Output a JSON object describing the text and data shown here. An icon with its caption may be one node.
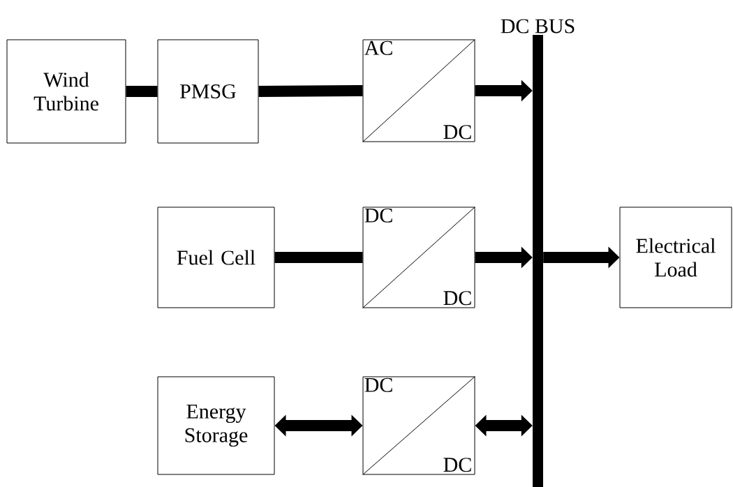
{
  "diagram": {
    "nodes": [
      {
        "text": [
          "Wind Turbine"
        ]
      },
      {
        "text": [
          "PMSG"
        ]
      },
      {
        "text": [
          "AC",
          "DC"
        ]
      },
      {
        "text": [
          "DC BUS"
        ]
      },
      {
        "text": [
          "Fuel Cell"
        ]
      },
      {
        "text": [
          "DC",
          "DC"
        ]
      },
      {
        "text": [
          "Electrical Load"
        ]
      },
      {
        "text": [
          "Energy Storage"
        ]
      },
      {
        "text": [
          "DC",
          "DC"
        ]
      }
    ],
    "edges": [
      {
        "from": 0,
        "to": 1,
        "arrow": "none"
      },
      {
        "from": 1,
        "to": 2,
        "arrow": "none"
      },
      {
        "from": 2,
        "to": 3,
        "arrow": "to"
      },
      {
        "from": 4,
        "to": 5,
        "arrow": "none"
      },
      {
        "from": 5,
        "to": 3,
        "arrow": "to"
      },
      {
        "from": 3,
        "to": 6,
        "arrow": "to"
      },
      {
        "from": 7,
        "to": 8,
        "arrow": "both"
      },
      {
        "from": 8,
        "to": 3,
        "arrow": "both"
      }
    ]
  }
}
